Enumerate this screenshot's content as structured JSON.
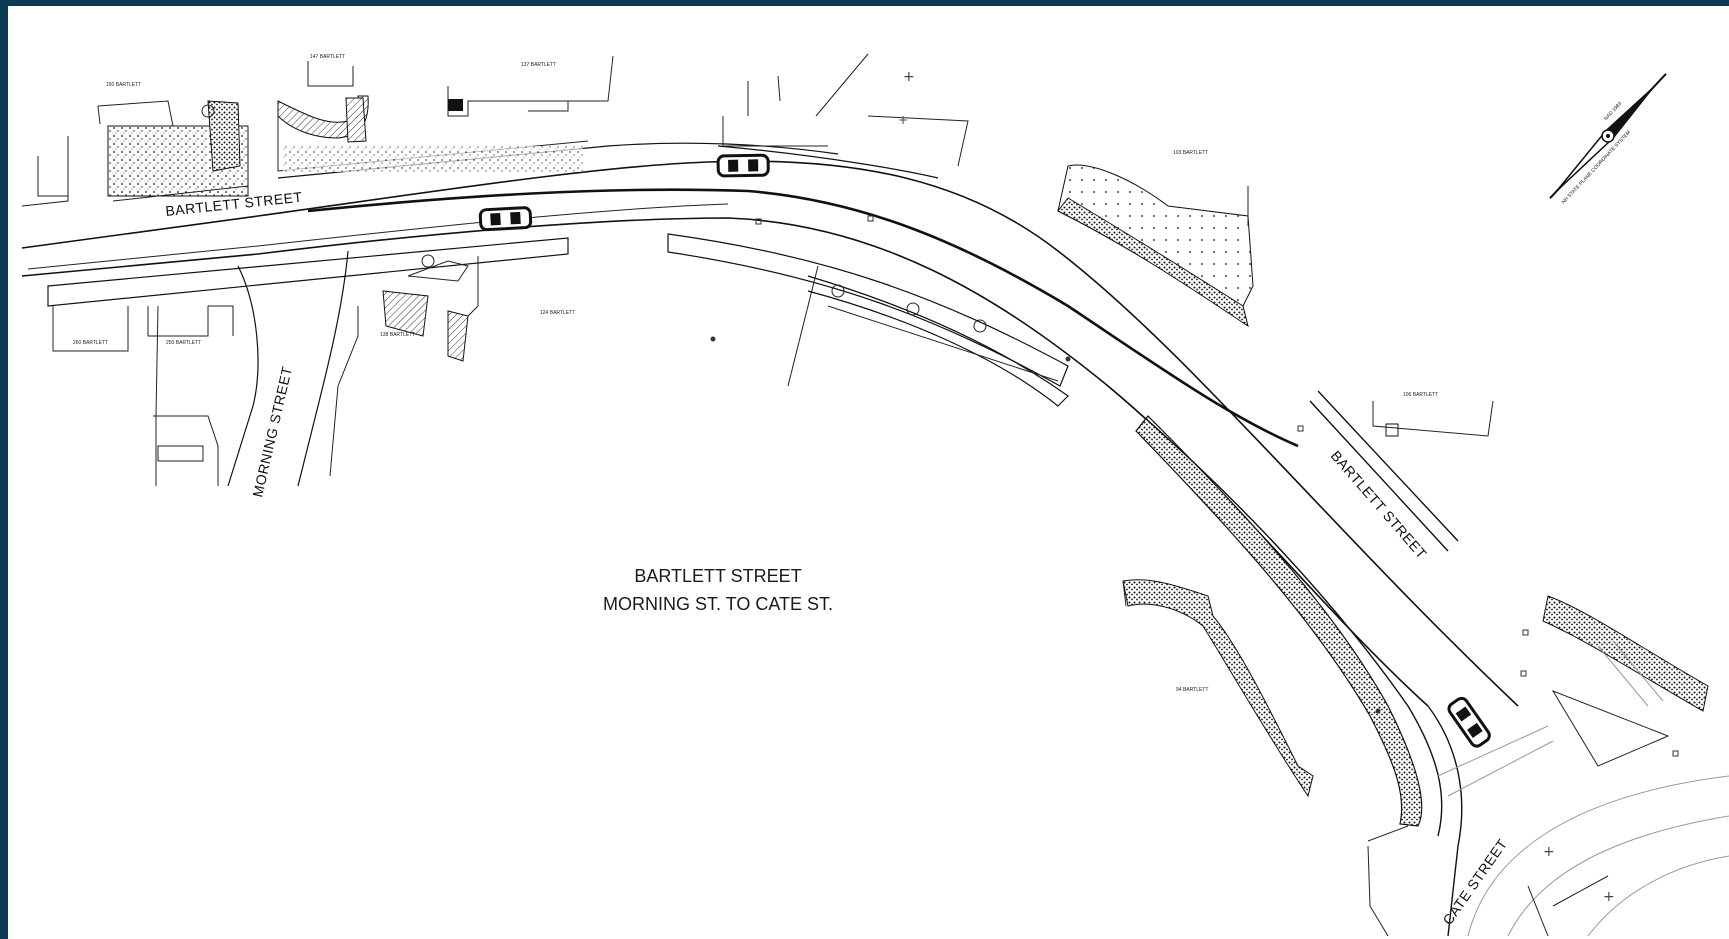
{
  "title": {
    "line1": "BARTLETT STREET",
    "line2": "MORNING ST. TO CATE ST."
  },
  "street_labels": {
    "bartlett_west": "BARTLETT STREET",
    "bartlett_east": "BARTLETT STREET",
    "morning": "MORNING STREET",
    "cate": "CATE STREET"
  },
  "parcel_labels": {
    "p1": "150 BARTLETT",
    "p2": "147 BARTLETT",
    "p3": "137 BARTLETT",
    "p4": "103 BARTLETT",
    "p5": "260 BARTLETT",
    "p6": "250 BARTLETT",
    "p7": "138 BARTLETT",
    "p8": "124 BARTLETT",
    "p9": "106 BARTLETT",
    "p10": "94 BARTLETT"
  },
  "north_arrow": {
    "line1": "NAD 1983",
    "line2": "NH STATE PLANE COORDINATE SYSTEM"
  },
  "colors": {
    "frame": "#0b3a52",
    "paper": "#ffffff",
    "ink": "#111111"
  }
}
